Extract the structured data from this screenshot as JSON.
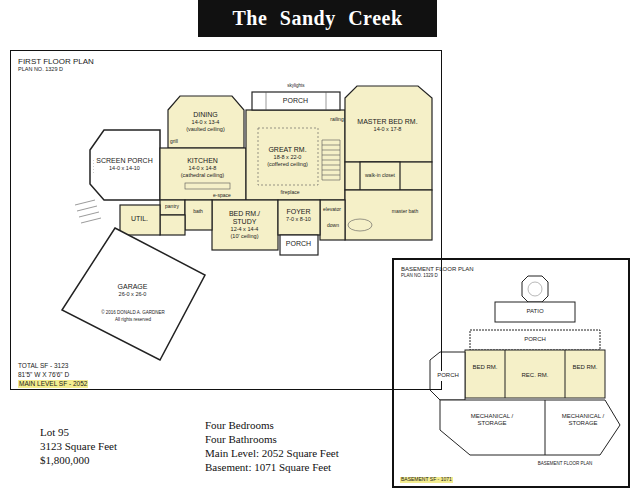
{
  "diagram": {
    "title": "The Sandy Creek",
    "nodes": [
      {
        "text": [
          "FIRST FLOOR PLAN",
          "PLAN NO. 1329 D"
        ]
      },
      {
        "text": [
          "PORCH"
        ],
        "in": 0
      },
      {
        "text": [
          "DINING",
          "14-0 x 13-4",
          "(vaulted ceiling)"
        ],
        "in": 0
      },
      {
        "text": [
          "SCREEN PORCH",
          "14-0 x 14-10"
        ],
        "in": 0
      },
      {
        "text": [
          "KITCHEN",
          "14-0 x 14-8",
          "(cathedral ceiling)"
        ],
        "in": 0
      },
      {
        "text": [
          "GREAT RM.",
          "18-8 x 22-0",
          "(coffered ceiling)"
        ],
        "in": 0
      },
      {
        "text": [
          "MASTER BED RM.",
          "14-0 x 17-8"
        ],
        "in": 0
      },
      {
        "text": [
          "UTIL."
        ],
        "in": 0
      },
      {
        "text": [
          "BED RM./ STUDY",
          "12-4 x 14-4",
          "(10' ceiling)"
        ],
        "in": 0
      },
      {
        "text": [
          "FOYER",
          "7-0 x 8-10"
        ],
        "in": 0
      },
      {
        "text": [
          "PORCH"
        ],
        "in": 0
      },
      {
        "text": [
          "GARAGE",
          "26-0 x 26-0"
        ],
        "in": 0
      },
      {
        "text": [
          "BASEMENT FLOOR PLAN",
          "PLAN NO. 1329 D"
        ]
      },
      {
        "text": [
          "PATIO"
        ],
        "in": 12
      },
      {
        "text": [
          "PORCH"
        ],
        "in": 12
      },
      {
        "text": [
          "PORCH"
        ],
        "in": 12
      },
      {
        "text": [
          "BED RM."
        ],
        "in": 12
      },
      {
        "text": [
          "REC. RM."
        ],
        "in": 12
      },
      {
        "text": [
          "BED RM."
        ],
        "in": 12
      },
      {
        "text": [
          "MECHANICAL / STORAGE"
        ],
        "in": 12
      },
      {
        "text": [
          "MECHANICAL / STORAGE"
        ],
        "in": 12
      }
    ],
    "labels": [
      "skylights",
      "grill",
      "pantry",
      "e-space",
      "bath",
      "railing",
      "fireplace",
      "walk-in closet",
      "master bath",
      "elevator",
      "down",
      "© 2016 DONALD A. GARDNER",
      "All rights reserved",
      "TOTAL SF - 3123",
      "81'5\" W X 76'6\" D",
      "MAIN LEVEL SF - 2052",
      "BASEMENT FLOOR PLAN",
      "BASEMENT SF - 1071",
      "Lot 95",
      "3123 Square Feet",
      "$1,800,000",
      "Four Bedrooms",
      "Four Bathrooms",
      "Main Level: 2052 Square Feet",
      "Basement: 1071 Square Feet"
    ]
  }
}
